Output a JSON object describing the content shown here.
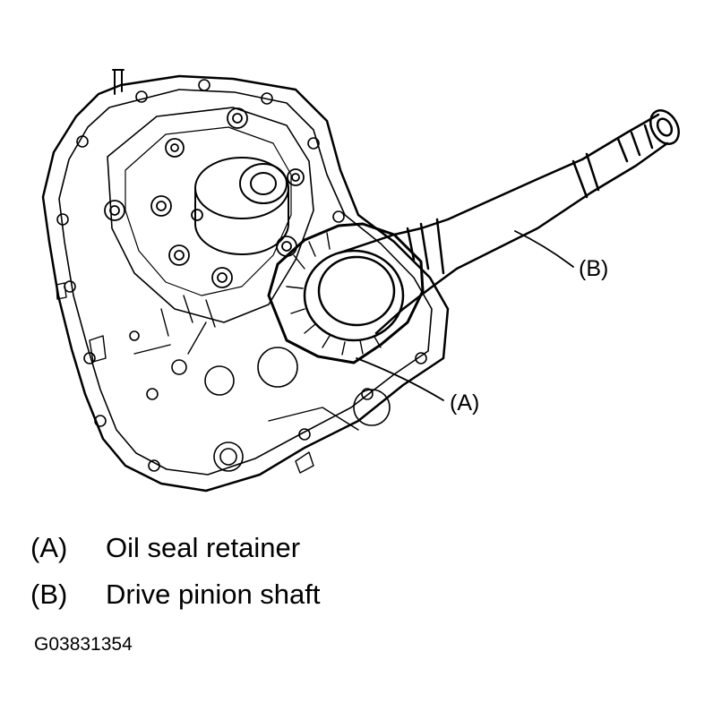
{
  "figure": {
    "callouts": [
      {
        "key": "A",
        "label": "(A)"
      },
      {
        "key": "B",
        "label": "(B)"
      }
    ]
  },
  "legend": [
    {
      "key": "(A)",
      "text": "Oil seal retainer"
    },
    {
      "key": "(B)",
      "text": "Drive pinion shaft"
    }
  ],
  "figure_code": "G03831354",
  "colors": {
    "line": "#000000",
    "background": "#ffffff"
  }
}
